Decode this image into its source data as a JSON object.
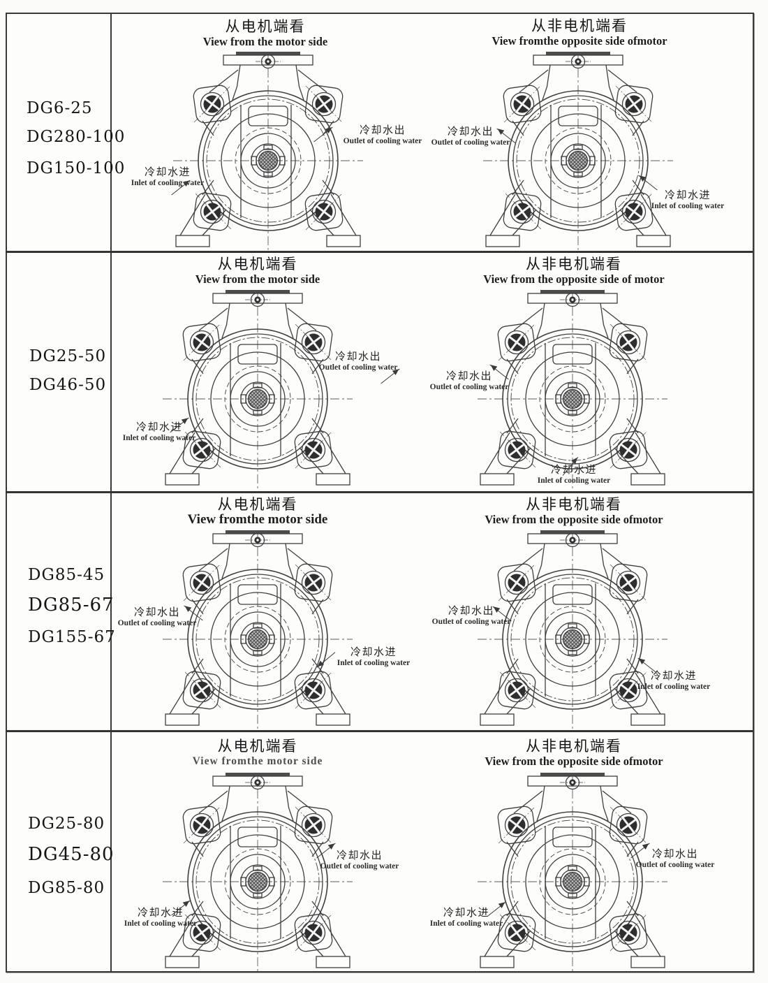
{
  "page": {
    "background": "#fbfbf9",
    "line_color": "#3a3a3a",
    "text_color": "#1c1c1c"
  },
  "labels": {
    "outlet_zh": "冷却水出",
    "outlet_en": "Outlet of cooling water",
    "inlet_zh": "冷却水进",
    "inlet_en": "Inlet of cooling water"
  },
  "rows": [
    {
      "models": [
        "DG6-25",
        "DG280-100",
        "DG150-100"
      ],
      "left_view": {
        "title_zh": "从电机端看",
        "title_en": "View from the motor side"
      },
      "right_view": {
        "title_zh": "从非电机端看",
        "title_en": "View fromthe opposite side ofmotor"
      }
    },
    {
      "models": [
        "DG25-50",
        "DG46-50"
      ],
      "left_view": {
        "title_zh": "从电机端看",
        "title_en": "View from the motor side"
      },
      "right_view": {
        "title_zh": "从非电机端看",
        "title_en": "View from the opposite side of motor"
      }
    },
    {
      "models": [
        "DG85-45",
        "DG85-67",
        "DG155-67"
      ],
      "left_view": {
        "title_zh": "从电机端看",
        "title_en": "View fromthe motor side"
      },
      "right_view": {
        "title_zh": "从非电机端看",
        "title_en": "View from the opposite side ofmotor"
      }
    },
    {
      "models": [
        "DG25-80",
        "DG45-80",
        "DG85-80"
      ],
      "left_view": {
        "title_zh": "从电机端看",
        "title_en": "View fromthe motor side"
      },
      "right_view": {
        "title_zh": "从非电机端看",
        "title_en": "View from the opposite side ofmotor"
      }
    }
  ]
}
